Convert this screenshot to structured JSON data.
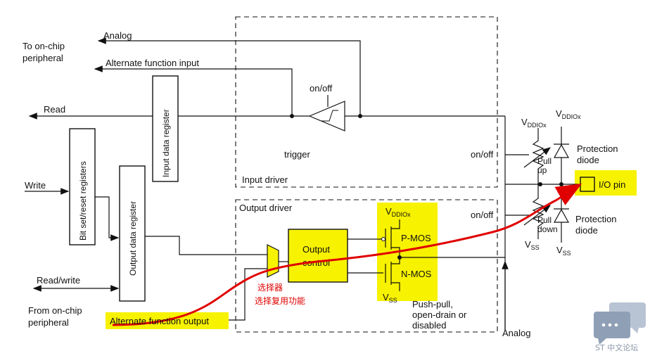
{
  "labels": {
    "to_onchip": [
      "To on-chip",
      "peripheral"
    ],
    "analog_top": "Analog",
    "alt_func_input": "Alternate function input",
    "on_off_top": "on/off",
    "read": "Read",
    "input_data_register": "Input data register",
    "bit_set_reset": "Bit set/reset registers",
    "output_data_register": "Output data register",
    "write": "Write",
    "read_write": "Read/write",
    "from_onchip": [
      "From on-chip",
      "peripheral"
    ],
    "alt_func_output": "Alternate function output",
    "trigger": "trigger",
    "input_driver": "Input driver",
    "output_driver": "Output driver",
    "output_control": [
      "Output",
      "control"
    ],
    "vddiox_a": {
      "main": "V",
      "sub": "DDIOx"
    },
    "vddiox_b": {
      "main": "V",
      "sub": "DDIOx"
    },
    "vddiox_c": {
      "main": "V",
      "sub": "DDIOx"
    },
    "pmos": "P-MOS",
    "nmos": "N-MOS",
    "vss_a": {
      "main": "V",
      "sub": "SS"
    },
    "vss_b": {
      "main": "V",
      "sub": "SS"
    },
    "vss_c": {
      "main": "V",
      "sub": "SS"
    },
    "on_off_a": "on/off",
    "on_off_b": "on/off",
    "pull_up": [
      "Pull",
      "up"
    ],
    "pull_down": [
      "Pull",
      "down"
    ],
    "protection_diode_top": [
      "Protection",
      "diode"
    ],
    "protection_diode_bottom": [
      "Protection",
      "diode"
    ],
    "io_pin": "I/O pin",
    "push_pull": [
      "Push-pull,",
      "open-drain or",
      "disabled"
    ],
    "analog_bottom": "Analog",
    "selector_cn": [
      "选择器",
      "选择复用功能"
    ],
    "watermark": "ST 中文论坛"
  },
  "colors": {
    "highlight": "#f7f200",
    "annotation_red": "#e00000",
    "line": "#111111"
  }
}
